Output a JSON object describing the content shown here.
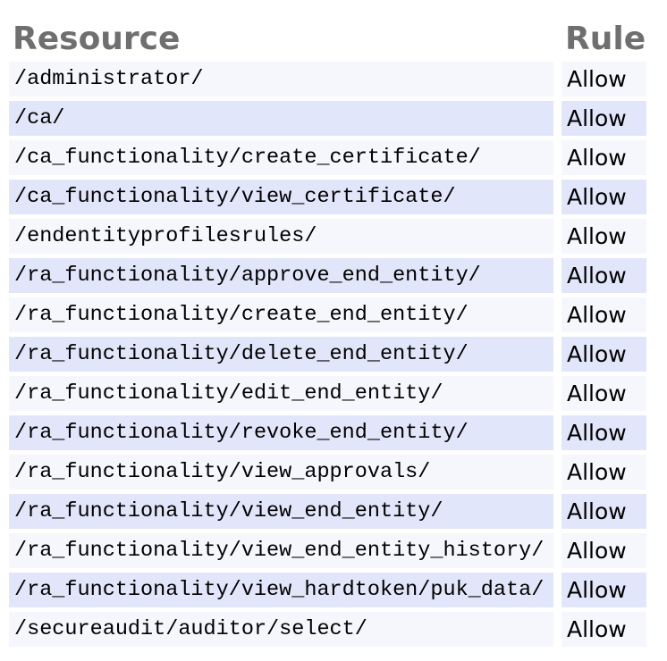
{
  "table": {
    "columns": [
      {
        "label": "Resource"
      },
      {
        "label": "Rule"
      }
    ],
    "rows": [
      {
        "resource": "/administrator/",
        "rule": "Allow"
      },
      {
        "resource": "/ca/",
        "rule": "Allow"
      },
      {
        "resource": "/ca_functionality/create_certificate/",
        "rule": "Allow"
      },
      {
        "resource": "/ca_functionality/view_certificate/",
        "rule": "Allow"
      },
      {
        "resource": "/endentityprofilesrules/",
        "rule": "Allow"
      },
      {
        "resource": "/ra_functionality/approve_end_entity/",
        "rule": "Allow"
      },
      {
        "resource": "/ra_functionality/create_end_entity/",
        "rule": "Allow"
      },
      {
        "resource": "/ra_functionality/delete_end_entity/",
        "rule": "Allow"
      },
      {
        "resource": "/ra_functionality/edit_end_entity/",
        "rule": "Allow"
      },
      {
        "resource": "/ra_functionality/revoke_end_entity/",
        "rule": "Allow"
      },
      {
        "resource": "/ra_functionality/view_approvals/",
        "rule": "Allow"
      },
      {
        "resource": "/ra_functionality/view_end_entity/",
        "rule": "Allow"
      },
      {
        "resource": "/ra_functionality/view_end_entity_history/",
        "rule": "Allow"
      },
      {
        "resource": "/ra_functionality/view_hardtoken/puk_data/",
        "rule": "Allow"
      },
      {
        "resource": "/secureaudit/auditor/select/",
        "rule": "Allow"
      }
    ]
  },
  "colors": {
    "row_odd_background": "#f6f7fd",
    "row_even_background": "#e2e6fa",
    "header_text": "#6f6f6f",
    "cell_text": "#000000"
  }
}
